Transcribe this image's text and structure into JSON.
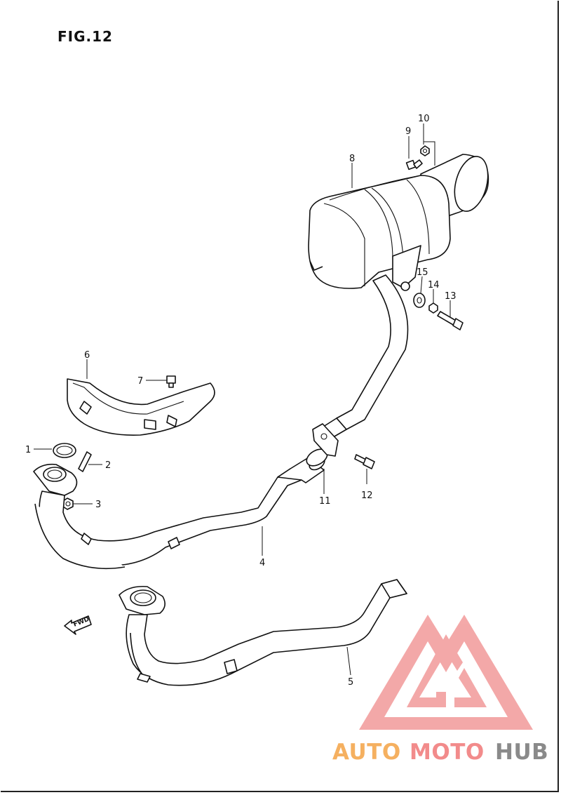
{
  "figure": {
    "title": "FIG.12"
  },
  "callouts": [
    "1",
    "2",
    "3",
    "4",
    "5",
    "6",
    "7",
    "8",
    "9",
    "10",
    "11",
    "12",
    "13",
    "14",
    "15"
  ],
  "fwd_label": "FWD",
  "watermark": {
    "part1": "AUTO",
    "part2": "MOTO",
    "part3": "HUB",
    "colors": {
      "auto": "#f5b060",
      "moto": "#f28b8b",
      "hub": "#8a8a8a",
      "logo": "#f29a9a"
    }
  }
}
